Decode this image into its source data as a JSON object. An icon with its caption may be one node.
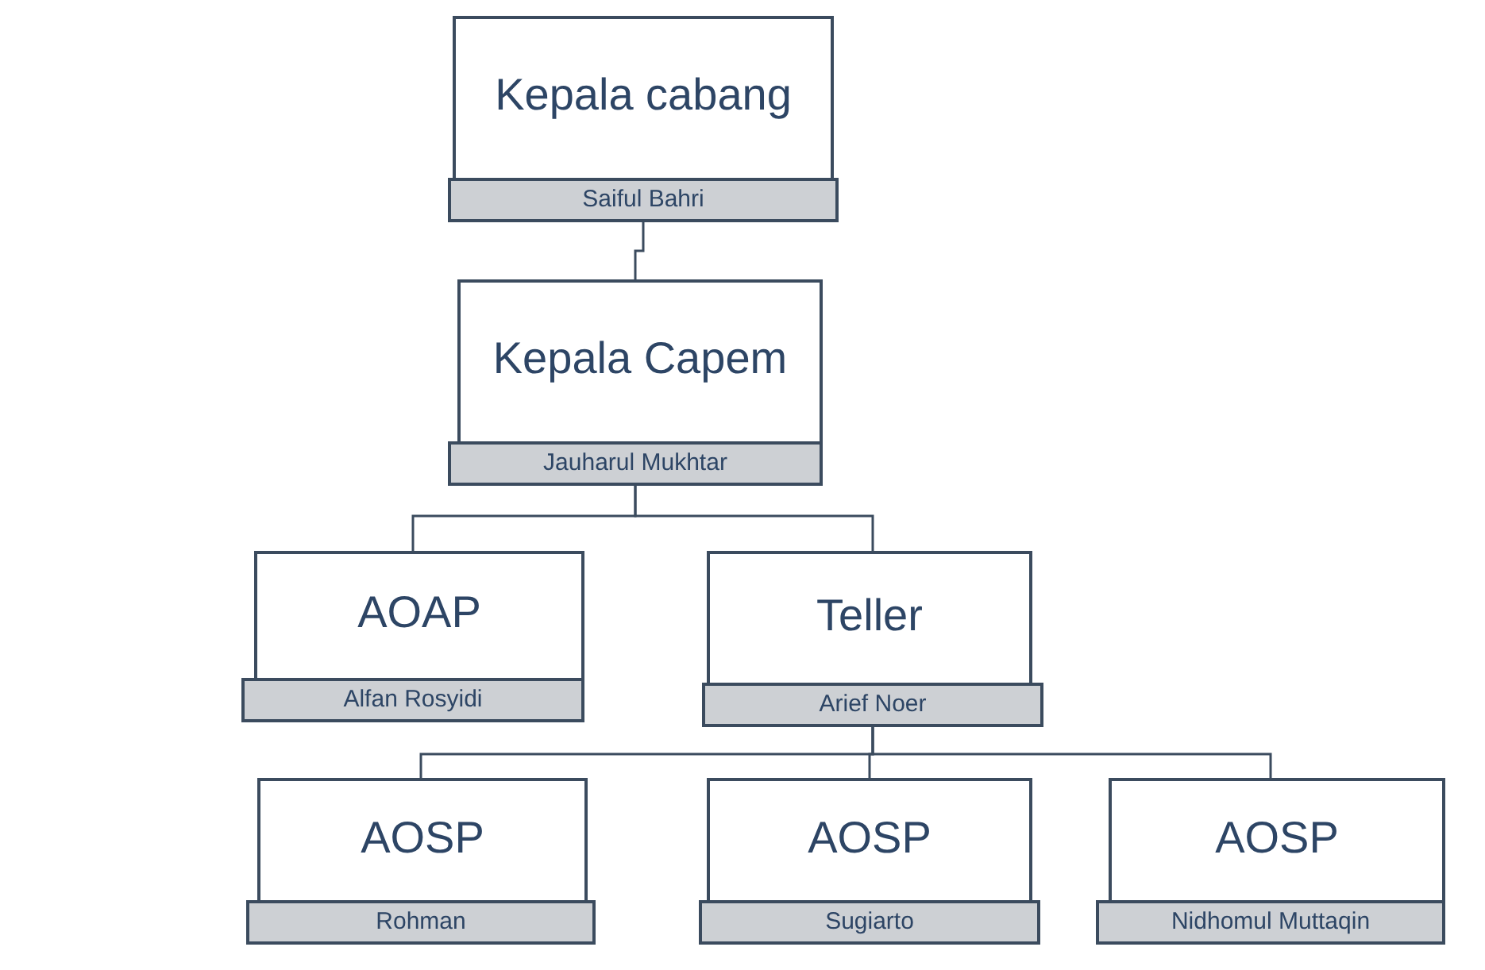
{
  "diagram": {
    "nodes": [
      {
        "text": [
          "Kepala cabang",
          "Saiful Bahri"
        ]
      },
      {
        "text": [
          "Kepala Capem",
          "Jauharul Mukhtar"
        ]
      },
      {
        "text": [
          "AOAP",
          "Alfan Rosyidi"
        ]
      },
      {
        "text": [
          "Teller",
          "Arief Noer"
        ]
      },
      {
        "text": [
          "AOSP",
          "Rohman"
        ]
      },
      {
        "text": [
          "AOSP",
          "Sugiarto"
        ]
      },
      {
        "text": [
          "AOSP",
          "Nidhomul Muttaqin"
        ]
      }
    ],
    "edges": [
      {
        "from": 0,
        "to": 1,
        "arrow": "none"
      },
      {
        "from": 1,
        "to": 2,
        "arrow": "none"
      },
      {
        "from": 1,
        "to": 3,
        "arrow": "none"
      },
      {
        "from": 3,
        "to": 4,
        "arrow": "none"
      },
      {
        "from": 3,
        "to": 5,
        "arrow": "none"
      },
      {
        "from": 3,
        "to": 6,
        "arrow": "none"
      }
    ]
  }
}
